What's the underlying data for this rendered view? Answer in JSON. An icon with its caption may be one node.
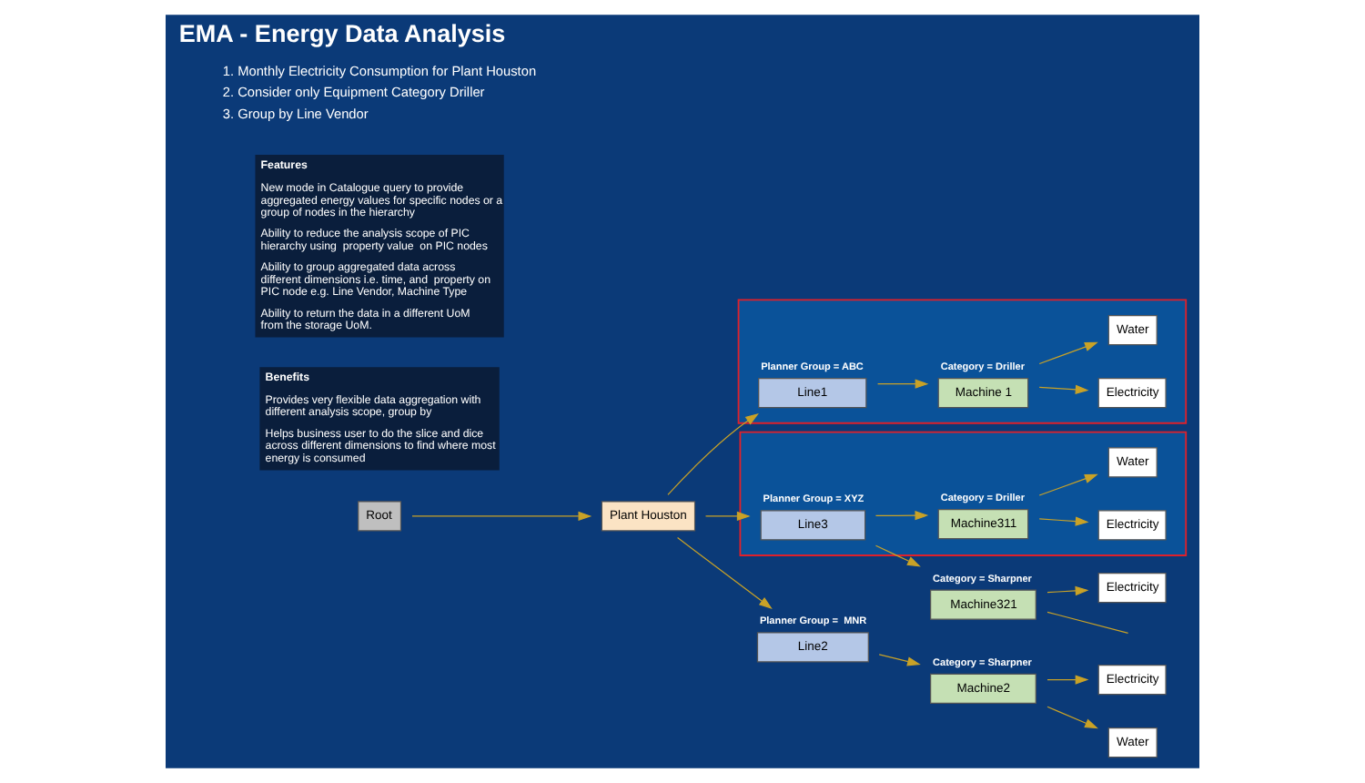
{
  "diagram": {
    "title": "EMA - Energy Data Analysis",
    "nodes": [
      {
        "text": [
          "Features",
          "New mode in Catalogue query to provide aggregated energy values for specific nodes or a group of nodes in the hierarchy",
          "Ability to reduce the analysis scope of PIC hierarchy using  property value  on PIC nodes",
          "Ability to group aggregated data across different dimensions i.e. time, and  property on PIC node e.g. Line Vendor, Machine Type",
          "Ability to return the data in a different UoM from the storage UoM."
        ]
      },
      {
        "text": [
          "Benefits",
          "Provides very flexible data aggregation with different analysis scope, group by",
          "Helps business user to do the slice and dice across different dimensions to find where most energy is consumed"
        ]
      },
      {
        "text": [
          "Root"
        ]
      },
      {
        "text": [
          "Plant Houston"
        ]
      },
      {
        "text": [],
        "shape": "box"
      },
      {
        "text": [
          "Line1"
        ],
        "in": 4,
        "beside": [
          "Planner Group = ABC"
        ]
      },
      {
        "text": [
          "Machine 1"
        ],
        "in": 4,
        "beside": [
          "Category = Driller"
        ]
      },
      {
        "text": [
          "Electricity"
        ],
        "in": 4
      },
      {
        "text": [
          "Water"
        ],
        "in": 4
      },
      {
        "text": [
          "Line2"
        ],
        "beside": [
          "Planner Group =  MNR"
        ]
      },
      {
        "text": [
          "Machine2"
        ],
        "beside": [
          "Category = Sharpner"
        ]
      },
      {
        "text": [
          "Electricity"
        ]
      },
      {
        "text": [
          "Water"
        ]
      },
      {
        "text": [],
        "shape": "box"
      },
      {
        "text": [
          "Line3"
        ],
        "in": 13,
        "beside": [
          "Planner Group = XYZ"
        ]
      },
      {
        "text": [
          "Machine311"
        ],
        "in": 13,
        "beside": [
          "Category = Driller"
        ]
      },
      {
        "text": [
          "Electricity"
        ],
        "in": 13
      },
      {
        "text": [
          "Water"
        ],
        "in": 13
      },
      {
        "text": [
          "Machine321"
        ],
        "beside": [
          "Category = Sharpner"
        ]
      },
      {
        "text": [
          "Electricity"
        ]
      }
    ],
    "edges": [
      {
        "from": 2,
        "to": 3,
        "arrow": "to"
      },
      {
        "from": 3,
        "to": 5,
        "arrow": "to"
      },
      {
        "from": 3,
        "to": 9,
        "arrow": "to"
      },
      {
        "from": 3,
        "to": 14,
        "arrow": "to"
      },
      {
        "from": 5,
        "to": 6,
        "arrow": "to"
      },
      {
        "from": 6,
        "to": 7,
        "arrow": "to"
      },
      {
        "from": 6,
        "to": 8,
        "arrow": "to"
      },
      {
        "from": 9,
        "to": 10,
        "arrow": "to"
      },
      {
        "from": 10,
        "to": 11,
        "arrow": "to"
      },
      {
        "from": 10,
        "to": 12,
        "arrow": "to"
      },
      {
        "from": 14,
        "to": 15,
        "arrow": "to"
      },
      {
        "from": 14,
        "to": 18,
        "arrow": "to"
      },
      {
        "from": 15,
        "to": 16,
        "arrow": "to"
      },
      {
        "from": 15,
        "to": 17,
        "arrow": "to"
      },
      {
        "from": 18,
        "to": 19,
        "arrow": "to"
      },
      {
        "from": 18,
        "to": null,
        "arrow": "none"
      }
    ],
    "labels": [
      "1. Monthly Electricity Consumption for Plant Houston",
      "2. Consider only Equipment Category Driller",
      "3. Group by Line Vendor"
    ]
  }
}
